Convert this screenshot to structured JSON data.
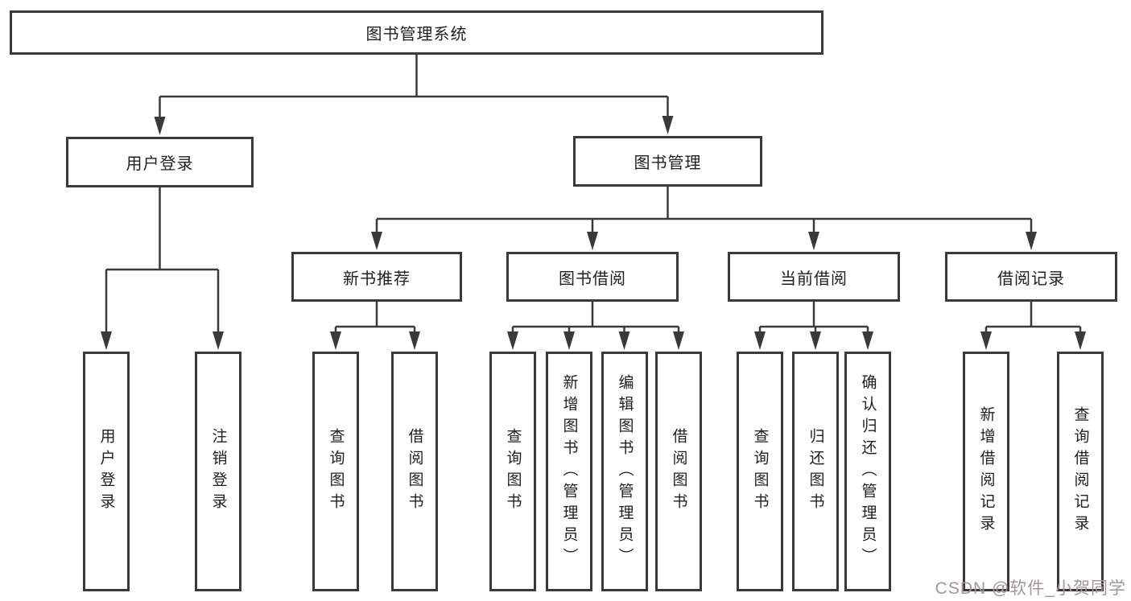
{
  "diagram": {
    "type": "hierarchy-functional-structure",
    "tree": {
      "label": "图书管理系统",
      "children": [
        {
          "label": "用户登录",
          "children": [
            {
              "label": "用户登录"
            },
            {
              "label": "注销登录"
            }
          ]
        },
        {
          "label": "图书管理",
          "children": [
            {
              "label": "新书推荐",
              "children": [
                {
                  "label": "查询图书"
                },
                {
                  "label": "借阅图书"
                }
              ]
            },
            {
              "label": "图书借阅",
              "children": [
                {
                  "label": "查询图书"
                },
                {
                  "label": "新增图书（管理员）"
                },
                {
                  "label": "编辑图书（管理员）"
                },
                {
                  "label": "借阅图书"
                }
              ]
            },
            {
              "label": "当前借阅",
              "children": [
                {
                  "label": "查询图书"
                },
                {
                  "label": "归还图书"
                },
                {
                  "label": "确认归还（管理员）"
                }
              ]
            },
            {
              "label": "借阅记录",
              "children": [
                {
                  "label": "新增借阅记录"
                },
                {
                  "label": "查询借阅记录"
                }
              ]
            }
          ]
        }
      ]
    },
    "colors": {
      "line": "#3a3a3a",
      "box_border": "#3a3a3a",
      "box_background": "#ffffff",
      "text": "#1f1f1f",
      "page_background": "#ffffff"
    }
  },
  "watermark": {
    "text": "CSDN @软件_小贺同学",
    "color": "#9e9898"
  }
}
